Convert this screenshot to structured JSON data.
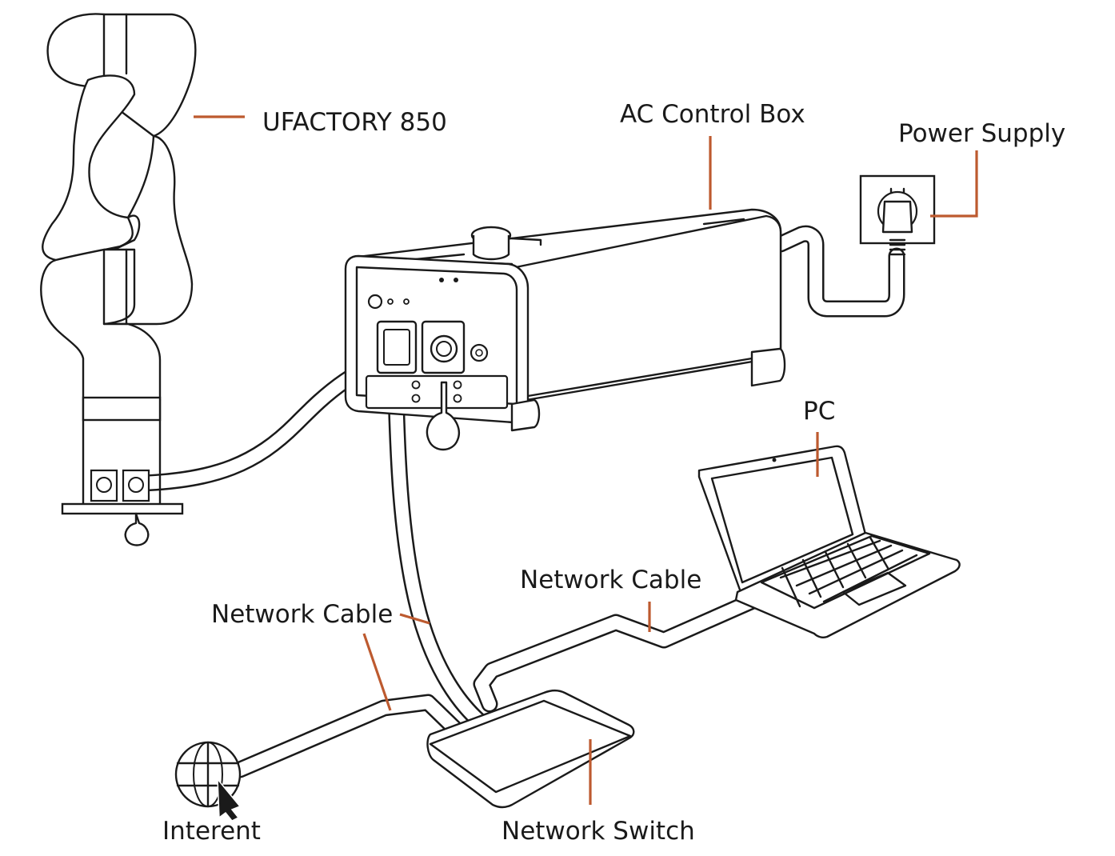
{
  "labels": {
    "robot": "UFACTORY 850",
    "control_box": "AC Control Box",
    "power_supply": "Power Supply",
    "pc": "PC",
    "network_cable_left": "Network Cable",
    "network_cable_right": "Network Cable",
    "internet": "Interent",
    "network_switch": "Network Switch"
  },
  "colors": {
    "callout": "#bd5a2f",
    "line": "#1a1a1a",
    "background": "#ffffff"
  }
}
